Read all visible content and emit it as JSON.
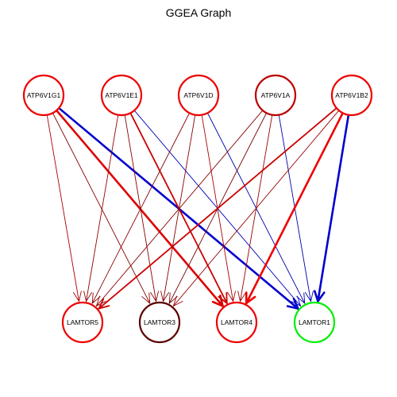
{
  "title": "GGEA Graph",
  "sources": [
    {
      "id": "ATP6V1G1",
      "label": "ATP6V1G1",
      "color": "#ee0000"
    },
    {
      "id": "ATP6V1E1",
      "label": "ATP6V1E1",
      "color": "#ee0000"
    },
    {
      "id": "ATP6V1D",
      "label": "ATP6V1D",
      "color": "#ee0000"
    },
    {
      "id": "ATP6V1A",
      "label": "ATP6V1A",
      "color": "#bb0000"
    },
    {
      "id": "ATP6V1B2",
      "label": "ATP6V1B2",
      "color": "#ee0000"
    }
  ],
  "targets": [
    {
      "id": "LAMTOR5",
      "label": "LAMTOR5",
      "color": "#ee0000"
    },
    {
      "id": "LAMTOR3",
      "label": "LAMTOR3",
      "color": "#5a0000"
    },
    {
      "id": "LAMTOR4",
      "label": "LAMTOR4",
      "color": "#ee0000"
    },
    {
      "id": "LAMTOR1",
      "label": "LAMTOR1",
      "color": "#00ee00"
    }
  ],
  "edges": [
    {
      "from": "ATP6V1G1",
      "to": "LAMTOR5",
      "color": "#aa0000",
      "weight": "thin"
    },
    {
      "from": "ATP6V1G1",
      "to": "LAMTOR3",
      "color": "#880000",
      "weight": "thin"
    },
    {
      "from": "ATP6V1G1",
      "to": "LAMTOR4",
      "color": "#dd0000",
      "weight": "thick"
    },
    {
      "from": "ATP6V1G1",
      "to": "LAMTOR1",
      "color": "#0000cc",
      "weight": "thick"
    },
    {
      "from": "ATP6V1E1",
      "to": "LAMTOR5",
      "color": "#990000",
      "weight": "thin"
    },
    {
      "from": "ATP6V1E1",
      "to": "LAMTOR3",
      "color": "#880000",
      "weight": "thin"
    },
    {
      "from": "ATP6V1E1",
      "to": "LAMTOR4",
      "color": "#cc0000",
      "weight": "medium"
    },
    {
      "from": "ATP6V1E1",
      "to": "LAMTOR1",
      "color": "#0000bb",
      "weight": "thin"
    },
    {
      "from": "ATP6V1D",
      "to": "LAMTOR5",
      "color": "#880000",
      "weight": "thin"
    },
    {
      "from": "ATP6V1D",
      "to": "LAMTOR3",
      "color": "#880000",
      "weight": "thin"
    },
    {
      "from": "ATP6V1D",
      "to": "LAMTOR4",
      "color": "#aa0000",
      "weight": "thin"
    },
    {
      "from": "ATP6V1D",
      "to": "LAMTOR1",
      "color": "#0000aa",
      "weight": "thin"
    },
    {
      "from": "ATP6V1A",
      "to": "LAMTOR5",
      "color": "#880000",
      "weight": "thin"
    },
    {
      "from": "ATP6V1A",
      "to": "LAMTOR3",
      "color": "#770000",
      "weight": "thin"
    },
    {
      "from": "ATP6V1A",
      "to": "LAMTOR4",
      "color": "#990000",
      "weight": "thin"
    },
    {
      "from": "ATP6V1A",
      "to": "LAMTOR1",
      "color": "#0000aa",
      "weight": "thin"
    },
    {
      "from": "ATP6V1B2",
      "to": "LAMTOR5",
      "color": "#cc0000",
      "weight": "medium"
    },
    {
      "from": "ATP6V1B2",
      "to": "LAMTOR3",
      "color": "#990000",
      "weight": "thin"
    },
    {
      "from": "ATP6V1B2",
      "to": "LAMTOR4",
      "color": "#ee0000",
      "weight": "thick"
    },
    {
      "from": "ATP6V1B2",
      "to": "LAMTOR1",
      "color": "#0000cc",
      "weight": "thick"
    }
  ]
}
